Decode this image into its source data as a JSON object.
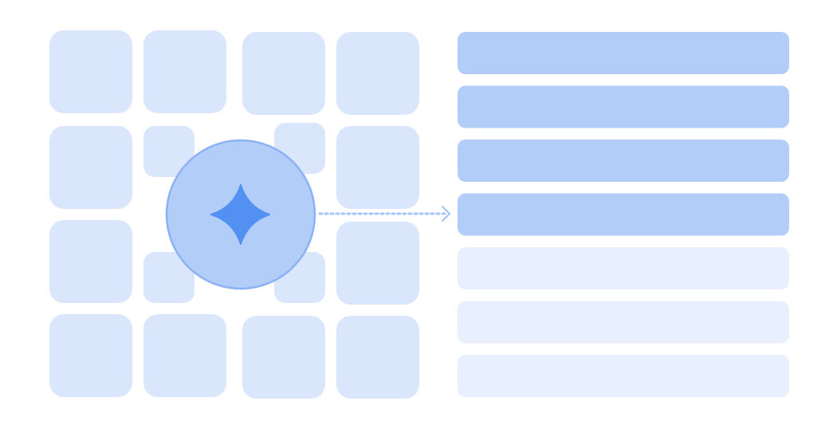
{
  "palette": {
    "background": "#ffffff",
    "tile": "#dae6fc",
    "badge_fill": "#b1cdf8",
    "badge_stroke": "#8cb2f5",
    "sparkle": "#5290f2",
    "arrow": "#a6c4f5",
    "bar_active": "#b1cdf8",
    "bar_inactive": "#e9f0fd"
  },
  "icons": {
    "badge_icon": "sparkle-icon",
    "arrow_icon": "dotted-arrow-right-icon"
  },
  "grid": {
    "rows": 4,
    "cols": 4,
    "tile_count": 16
  },
  "list": {
    "total_rows": 7,
    "highlighted_rows": 4
  }
}
